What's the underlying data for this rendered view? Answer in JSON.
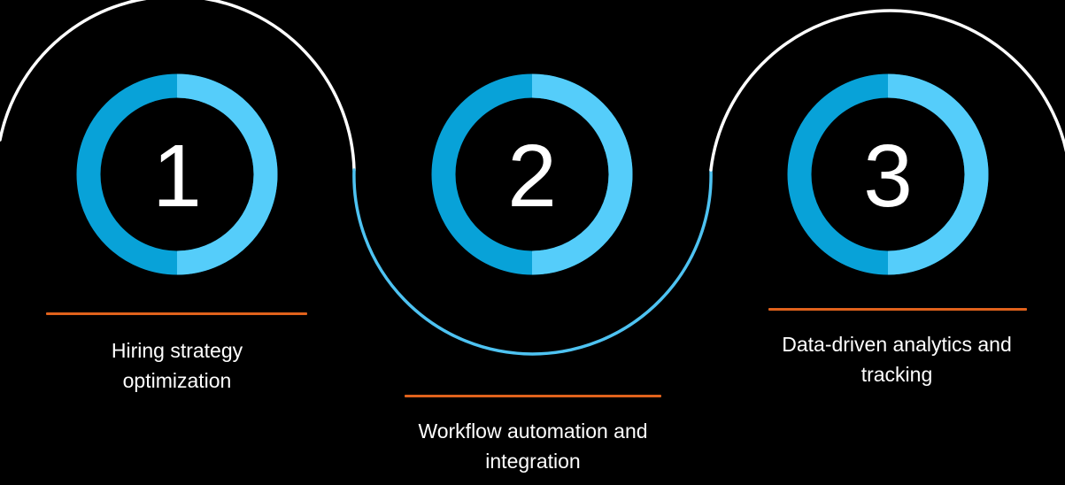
{
  "diagram": {
    "type": "three-step-process-infographic",
    "background_color": "#000000"
  },
  "colors": {
    "ring_dark_blue": "#08A2D8",
    "ring_light_blue": "#55CDFA",
    "wave_white": "#FFFFFF",
    "wave_blue": "#4EC3F2",
    "divider_orange": "#E0621C",
    "text": "#FFFFFF"
  },
  "steps": [
    {
      "number": "1",
      "label_lines": [
        "Hiring strategy",
        "optimization"
      ]
    },
    {
      "number": "2",
      "label_lines": [
        "Workflow automation and",
        "integration"
      ]
    },
    {
      "number": "3",
      "label_lines": [
        "Data-driven analytics and",
        "tracking"
      ]
    }
  ]
}
